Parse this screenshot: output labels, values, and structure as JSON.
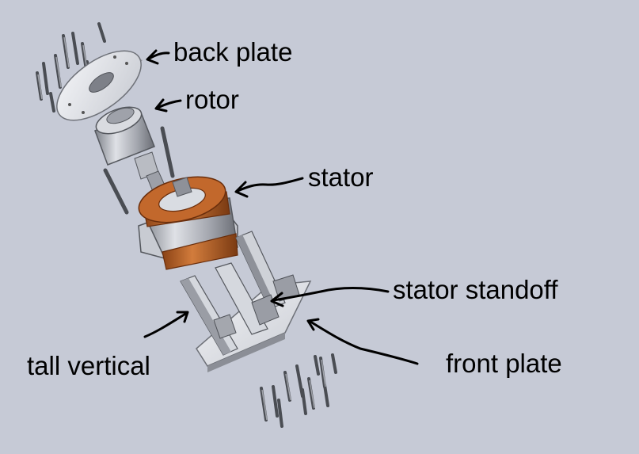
{
  "labels": {
    "back_plate": "back plate",
    "rotor": "rotor",
    "stator": "stator",
    "stator_standoff": "stator standoff",
    "front_plate": "front plate",
    "tall_vertical": "tall vertical"
  },
  "colors": {
    "background": "#c6cad6",
    "stator_copper": "#b5622a",
    "metal_light": "#e6e8ee",
    "metal_mid": "#b7bac2",
    "metal_dark": "#6e7178",
    "ink": "#000000"
  }
}
